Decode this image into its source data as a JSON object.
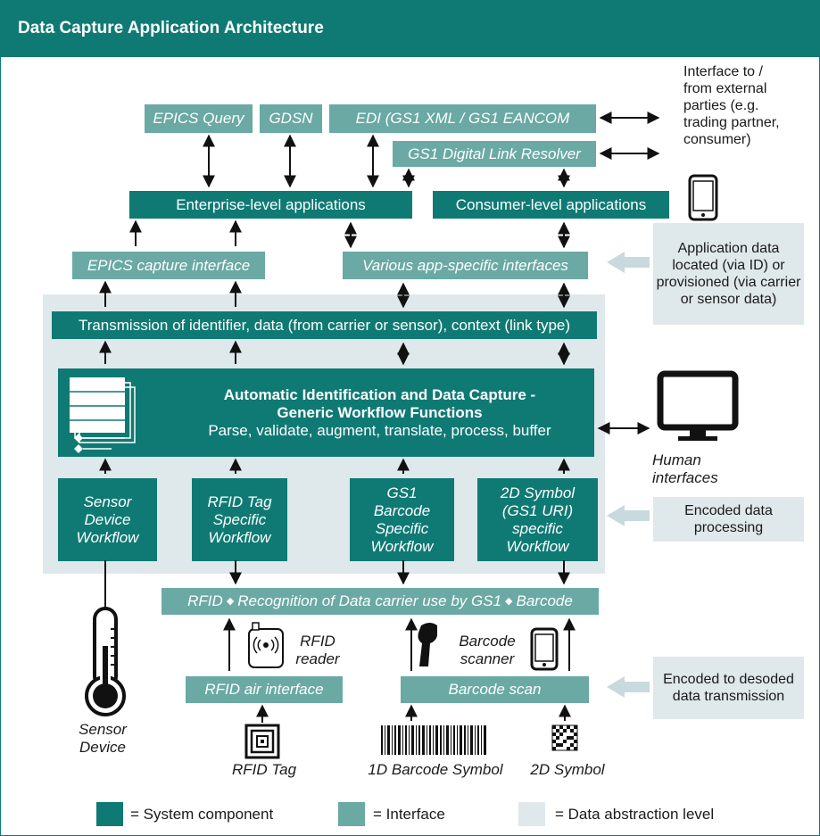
{
  "title": "Data Capture Application Architecture",
  "colors": {
    "system": "#0f7a74",
    "interface": "#6aa9a4",
    "abstraction": "#dfe8eb",
    "arrow_fill": "#c9dade"
  },
  "external_note": "Interface to / from external parties (e.g. trading partner, consumer)",
  "top_interfaces": {
    "epics_query": "EPICS Query",
    "gdsn": "GDSN",
    "edi": "EDI (GS1 XML / GS1 EANCOM",
    "resolver": "GS1 Digital Link Resolver"
  },
  "applications": {
    "enterprise": "Enterprise-level applications",
    "consumer": "Consumer-level applications"
  },
  "mid_interfaces": {
    "epics_capture": "EPICS capture interface",
    "various": "Various app-specific interfaces"
  },
  "transmission": "Transmission of identifier, data (from carrier or sensor), context (link type)",
  "aidc": {
    "line1": "Automatic Identification and Data Capture -",
    "line2": "Generic Workflow Functions",
    "line3": "Parse, validate, augment, translate, process, buffer"
  },
  "workflows": {
    "sensor": "Sensor Device Workflow",
    "rfid": "RFID Tag Specific Workflow",
    "barcode": "GS1 Barcode Specific Workflow",
    "symbol2d": "2D Symbol (GS1 URI) specific Workflow"
  },
  "recognition": {
    "left": "RFID",
    "middle": "Recognition of Data carrier use by GS1",
    "right": "Barcode"
  },
  "lower_interfaces": {
    "rfid_air": "RFID air interface",
    "barcode_scan": "Barcode scan"
  },
  "device_labels": {
    "rfid_reader": "RFID reader",
    "barcode_scanner": "Barcode scanner",
    "human_interfaces": "Human interfaces",
    "sensor_device": "Sensor Device",
    "rfid_tag": "RFID Tag",
    "barcode_1d": "1D Barcode Symbol",
    "symbol_2d": "2D Symbol"
  },
  "side_notes": {
    "application_data": "Application data located (via ID) or provisioned (via carrier or sensor data)",
    "encoded_processing": "Encoded data processing",
    "encoded_transmission": "Encoded to desoded data transmission"
  },
  "legend": {
    "system": "= System component",
    "interface": "= Interface",
    "abstraction": "= Data abstraction level"
  }
}
